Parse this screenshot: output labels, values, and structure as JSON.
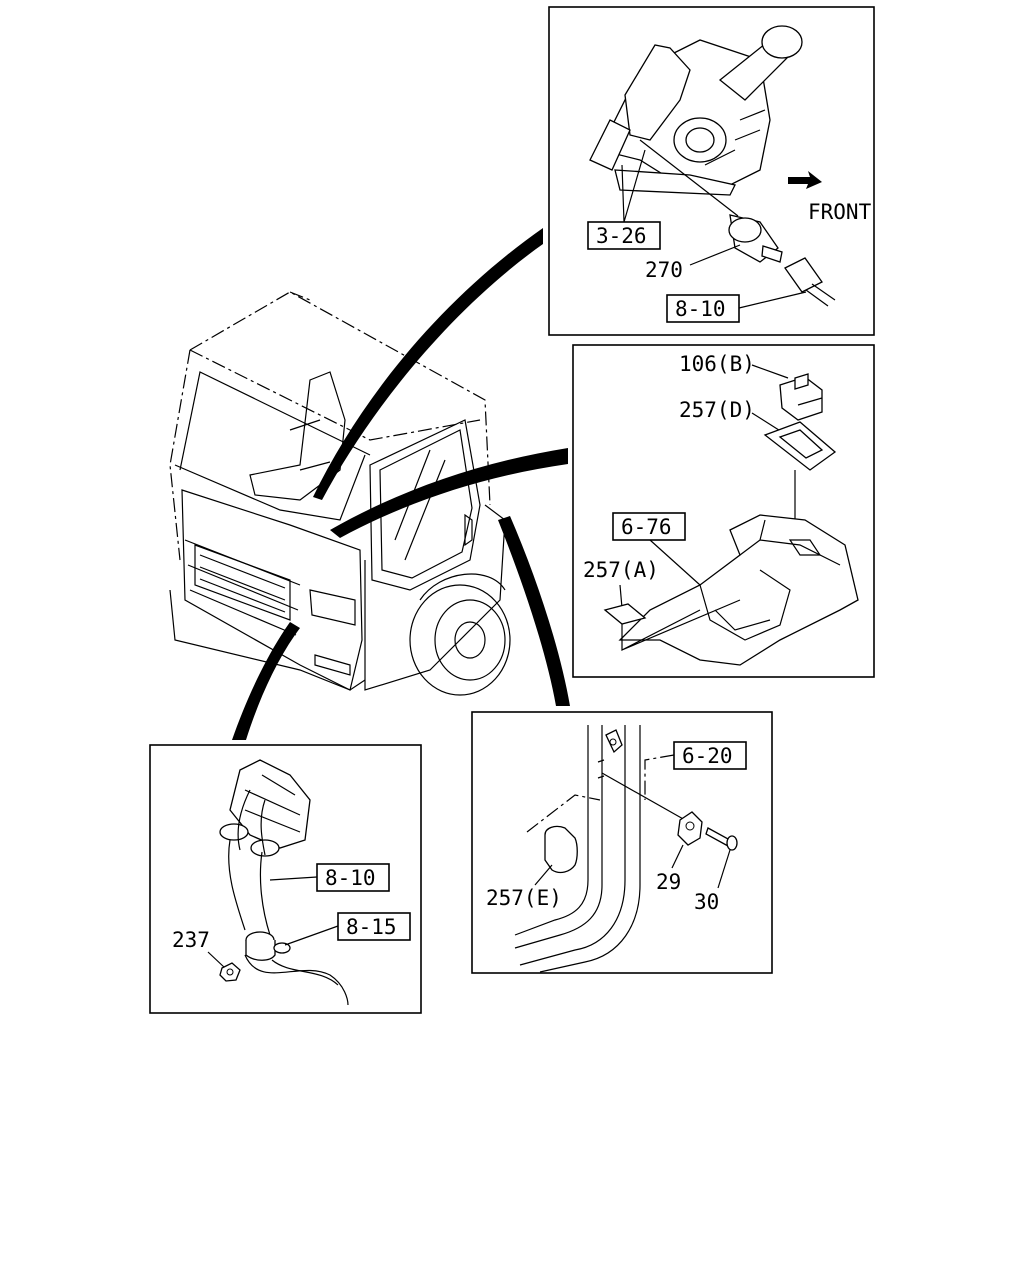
{
  "labels": {
    "front": "FRONT",
    "p270": "270",
    "p106b": "106(B)",
    "p257d": "257(D)",
    "p257a": "257(A)",
    "p237": "237",
    "p257e": "257(E)",
    "p29": "29",
    "p30": "30"
  },
  "refs": {
    "r326": "3-26",
    "r810_top": "8-10",
    "r676": "6-76",
    "r810_left": "8-10",
    "r815": "8-15",
    "r620": "6-20"
  }
}
